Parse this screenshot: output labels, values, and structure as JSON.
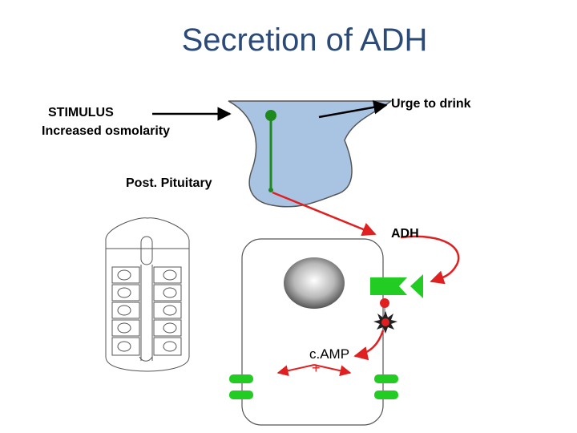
{
  "title": "Secretion of ADH",
  "labels": {
    "stimulus_line1": "STIMULUS",
    "stimulus_line2": "Increased osmolarity",
    "urge": "Urge to drink",
    "pituitary": "Post. Pituitary",
    "adh": "ADH",
    "camp": "c.AMP",
    "plus": "+"
  },
  "colors": {
    "title": "#2b4a78",
    "pituitary_fill": "#a9c3e3",
    "neuron": "#1e8a1e",
    "arrow_red": "#e02020",
    "channel_green": "#22cc22",
    "outline": "#555555"
  }
}
